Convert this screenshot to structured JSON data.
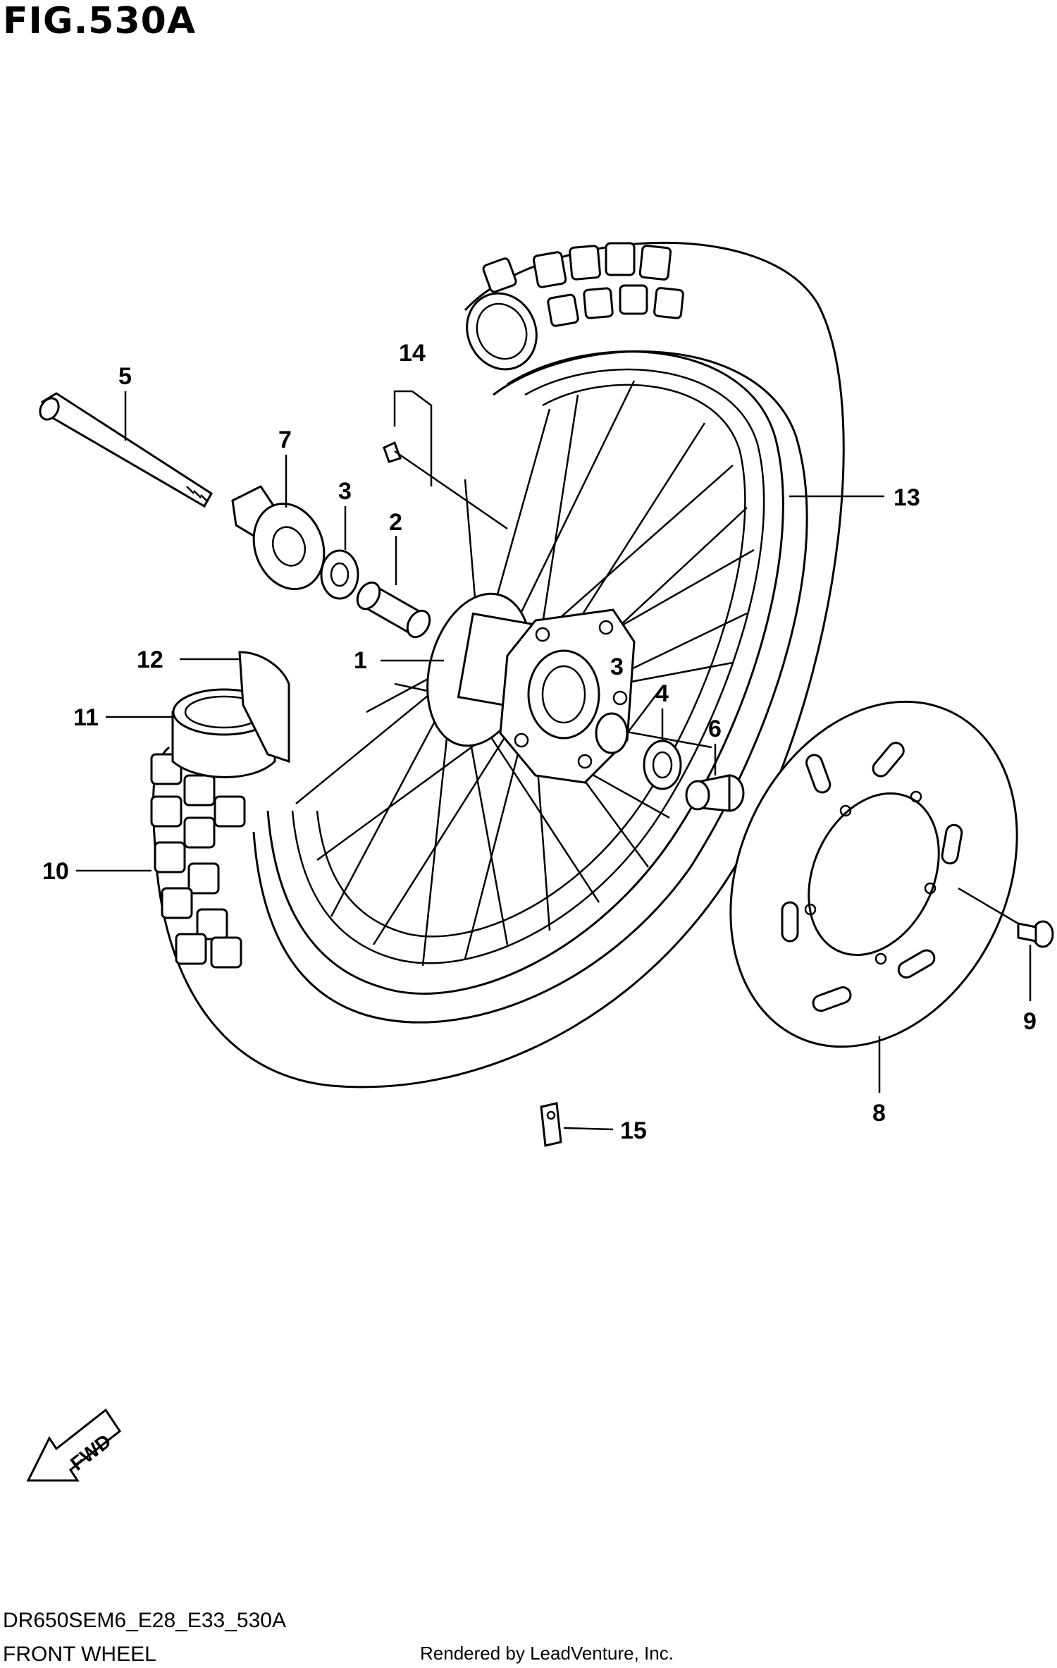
{
  "header": {
    "title": "FIG.530A"
  },
  "footer": {
    "model_code": "DR650SEM6_E28_E33_530A",
    "caption": "FRONT WHEEL",
    "credit": "Rendered by LeadVenture, Inc."
  },
  "direction_arrow": {
    "label": "FWD"
  },
  "callouts": {
    "c1": "1",
    "c2": "2",
    "c3a": "3",
    "c3b": "3",
    "c4": "4",
    "c5": "5",
    "c6": "6",
    "c7": "7",
    "c8": "8",
    "c9": "9",
    "c10": "10",
    "c11": "11",
    "c12": "12",
    "c13": "13",
    "c14": "14",
    "c15": "15"
  }
}
